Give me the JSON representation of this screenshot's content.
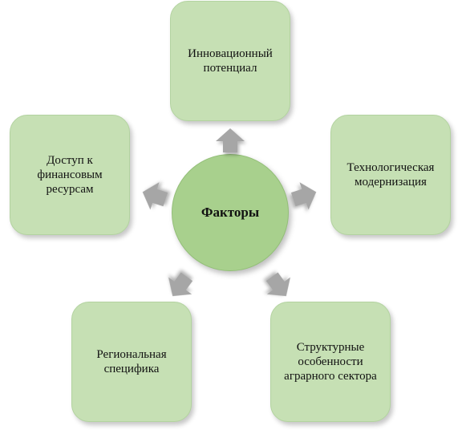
{
  "center": {
    "label": "Факторы"
  },
  "factors": {
    "top": "Инновационный\nпотенциал",
    "right": "Технологическая\nмодернизация",
    "left": "Доступ к\nфинансовым\nресурсам",
    "bottom_left": "Региональная\nспецифика",
    "bottom_right": "Структурные\nособенности\nаграрного сектора"
  },
  "icons": [
    "arrow-up-icon",
    "arrow-right-icon",
    "arrow-left-icon",
    "arrow-down-left-icon",
    "arrow-down-right-icon"
  ],
  "colors": {
    "box_fill": "#c6e0b4",
    "center_fill": "#a8d08d",
    "arrow_fill": "#a6a6a6"
  }
}
